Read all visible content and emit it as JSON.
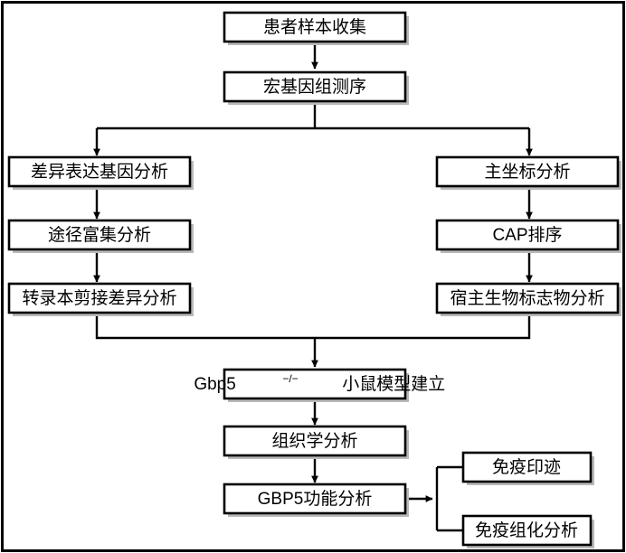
{
  "diagram": {
    "title": "Metagenomic study workflow flowchart",
    "colors": {
      "background": "#ffffff",
      "stroke": "#000000",
      "box_fill": "#ffffff",
      "shadow": "#b9b9b9"
    },
    "nodes": {
      "sample_collection": "患者样本收集",
      "metagenomic_sequencing": "宏基因组测序",
      "deg_analysis": "差异表达基因分析",
      "pathway_enrichment": "途径富集分析",
      "transcript_splicing": "转录本剪接差异分析",
      "pcoa": "主坐标分析",
      "cap_ordination": "CAP排序",
      "host_biomarker": "宿主生物标志物分析",
      "mouse_model_main": "Gbp5",
      "mouse_model_sup": "−/−",
      "mouse_model_tail": "小鼠模型建立",
      "histology": "组织学分析",
      "gbp5_function": "GBP5功能分析",
      "western_blot": "免疫印迹",
      "immunohistochemistry": "免疫组化分析"
    }
  }
}
